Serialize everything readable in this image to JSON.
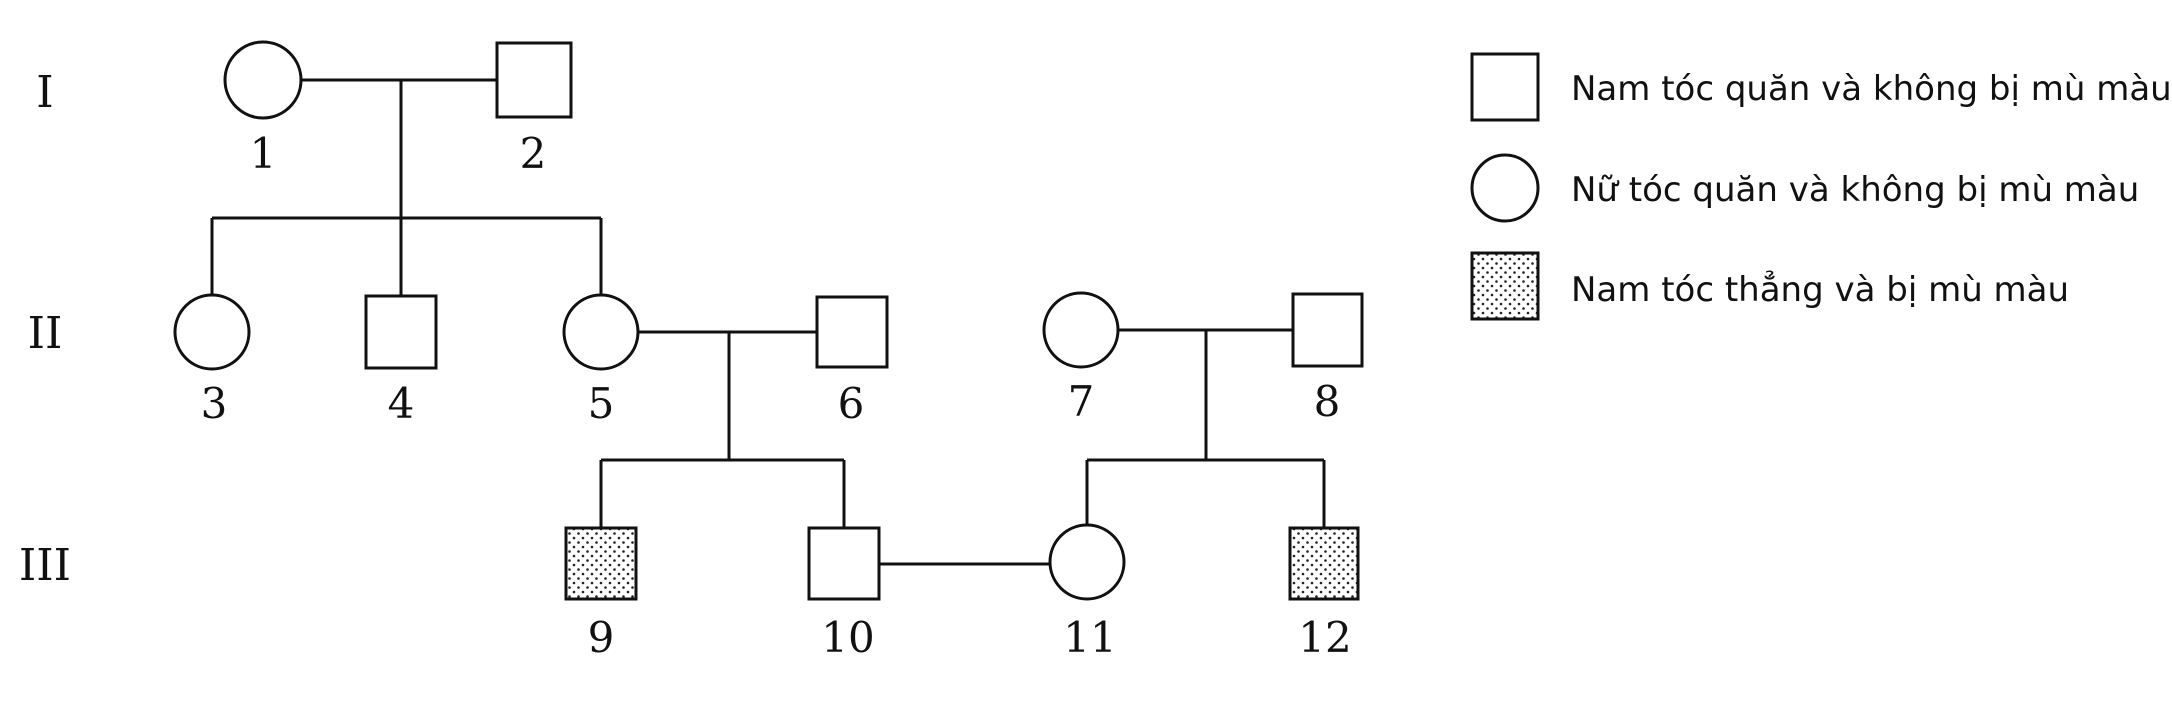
{
  "generations": [
    {
      "id": "g1",
      "label": "I"
    },
    {
      "id": "g2",
      "label": "II"
    },
    {
      "id": "g3",
      "label": "III"
    }
  ],
  "individuals": [
    {
      "id": "1",
      "label": "1",
      "sex": "female",
      "affected": false
    },
    {
      "id": "2",
      "label": "2",
      "sex": "male",
      "affected": false
    },
    {
      "id": "3",
      "label": "3",
      "sex": "female",
      "affected": false
    },
    {
      "id": "4",
      "label": "4",
      "sex": "male",
      "affected": false
    },
    {
      "id": "5",
      "label": "5",
      "sex": "female",
      "affected": false
    },
    {
      "id": "6",
      "label": "6",
      "sex": "male",
      "affected": false
    },
    {
      "id": "7",
      "label": "7",
      "sex": "female",
      "affected": false
    },
    {
      "id": "8",
      "label": "8",
      "sex": "male",
      "affected": false
    },
    {
      "id": "9",
      "label": "9",
      "sex": "male",
      "affected": true
    },
    {
      "id": "10",
      "label": "10",
      "sex": "male",
      "affected": false
    },
    {
      "id": "11",
      "label": "11",
      "sex": "female",
      "affected": false
    },
    {
      "id": "12",
      "label": "12",
      "sex": "male",
      "affected": true
    }
  ],
  "couples": [
    {
      "partners": [
        "1",
        "2"
      ],
      "children": [
        "3",
        "4",
        "5"
      ]
    },
    {
      "partners": [
        "5",
        "6"
      ],
      "children": [
        "9",
        "10"
      ]
    },
    {
      "partners": [
        "7",
        "8"
      ],
      "children": [
        "11",
        "12"
      ]
    },
    {
      "partners": [
        "10",
        "11"
      ],
      "children": []
    }
  ],
  "legend": [
    {
      "symbol": "male",
      "affected": false,
      "text": "Nam tóc quăn và không bị mù màu"
    },
    {
      "symbol": "female",
      "affected": false,
      "text": "Nữ tóc quăn và không bị mù màu"
    },
    {
      "symbol": "male",
      "affected": true,
      "text": "Nam tóc thẳng và bị mù màu"
    }
  ],
  "colors": {
    "stroke": "#111111",
    "fill": "#ffffff",
    "stipple": "#222222"
  }
}
